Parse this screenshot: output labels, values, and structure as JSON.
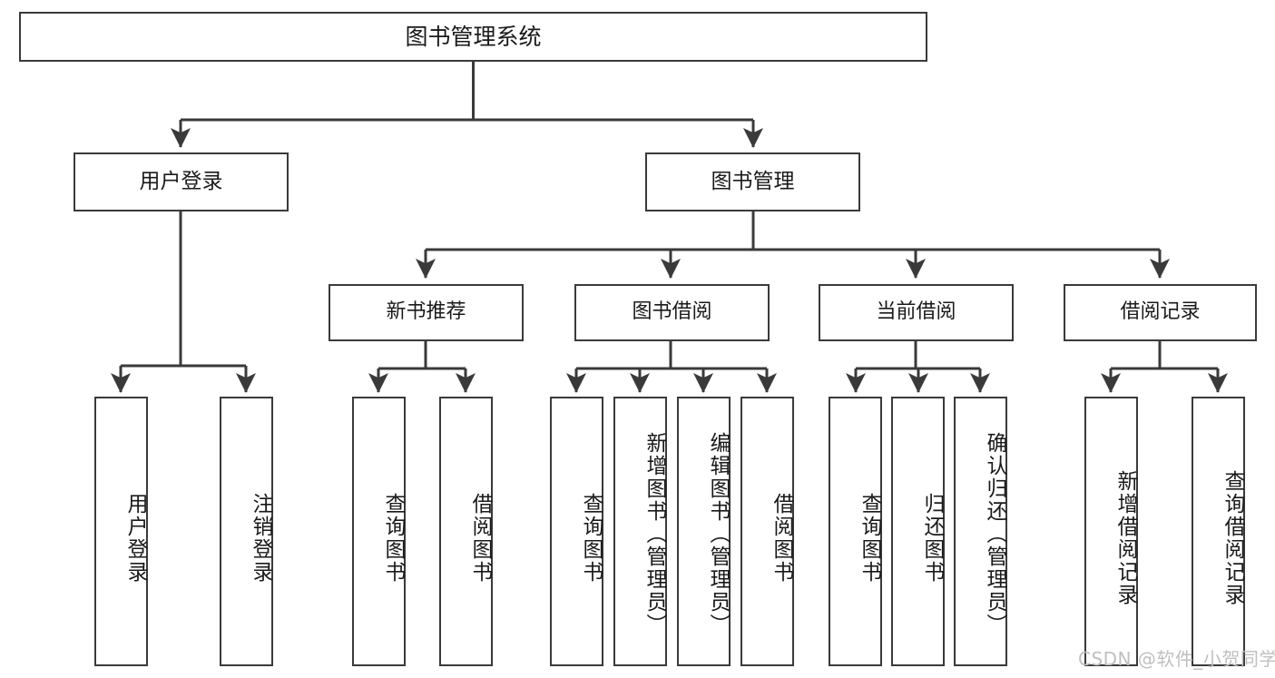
{
  "diagram": {
    "type": "tree-hierarchy-chart",
    "title": "图书管理系统",
    "watermark": "CSDN @软件_小贺同学",
    "line_color": "#3a3a3a",
    "box_fill": "#ffffff",
    "text_color": "#1a1a1a"
  },
  "root": {
    "label": "图书管理系统"
  },
  "level2": [
    {
      "label": "用户登录"
    },
    {
      "label": "图书管理"
    }
  ],
  "level3": [
    {
      "label": "新书推荐"
    },
    {
      "label": "图书借阅"
    },
    {
      "label": "当前借阅"
    },
    {
      "label": "借阅记录"
    }
  ],
  "leaves": {
    "user_login": [
      {
        "label": "用户登录"
      },
      {
        "label": "注销登录"
      }
    ],
    "new_book_recommend": [
      {
        "label": "查询图书"
      },
      {
        "label": "借阅图书"
      }
    ],
    "book_borrow": [
      {
        "label": "查询图书"
      },
      {
        "label": "新增图书（管理员）"
      },
      {
        "label": "编辑图书（管理员）"
      },
      {
        "label": "借阅图书"
      }
    ],
    "current_borrow": [
      {
        "label": "查询图书"
      },
      {
        "label": "归还图书"
      },
      {
        "label": "确认归还（管理员）"
      }
    ],
    "borrow_record": [
      {
        "label": "新增借阅记录"
      },
      {
        "label": "查询借阅记录"
      }
    ]
  }
}
